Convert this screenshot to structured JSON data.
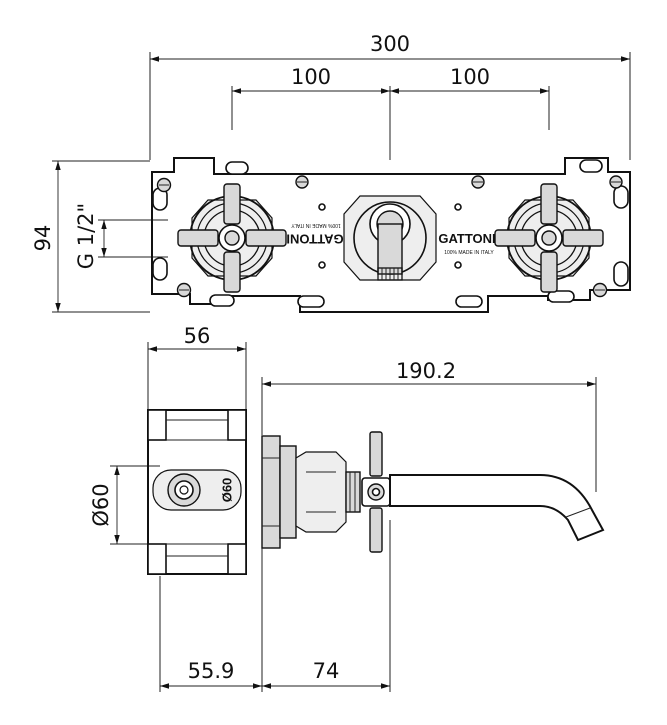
{
  "dimensions": {
    "total_width": "300",
    "spacing_left": "100",
    "spacing_right": "100",
    "height": "94",
    "connection": "G 1/2\"",
    "body_depth": "56",
    "spout_projection": "190.2",
    "diameter": "Ø60",
    "min_depth": "55.9",
    "handle_offset": "74"
  },
  "labels": {
    "brand_left": "GATTONI",
    "brand_right": "GATTONI",
    "made_left": "100% MADE IN ITALY",
    "made_right": "100% MADE IN ITALY",
    "body_mark": "Ø60"
  },
  "colors": {
    "line": "#111111",
    "fill": "#d9d9d9",
    "background": "#ffffff"
  }
}
